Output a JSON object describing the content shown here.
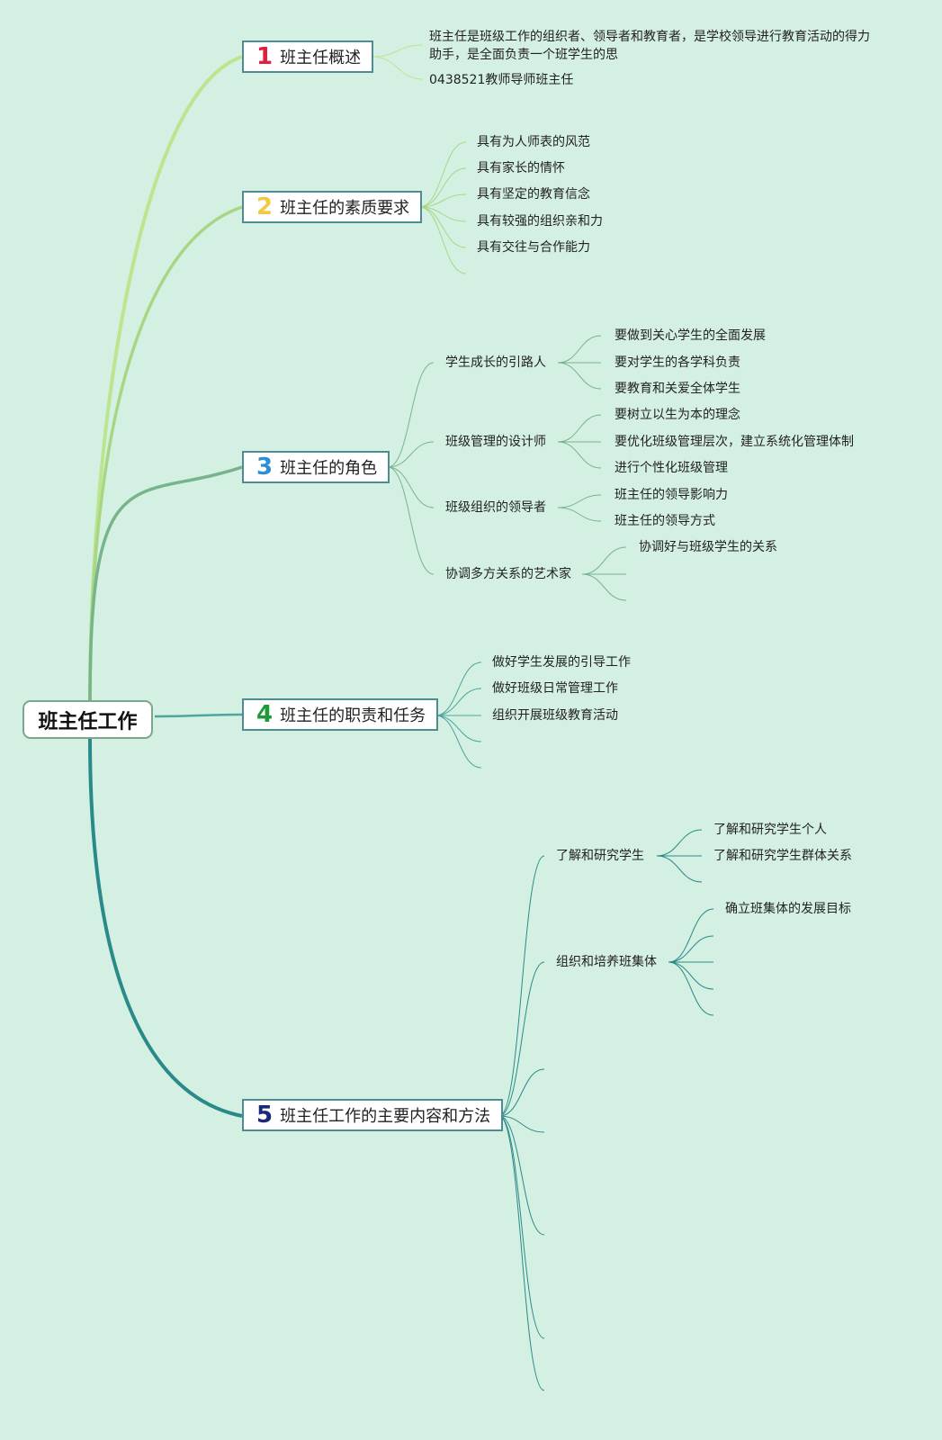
{
  "root": {
    "label": "班主任工作"
  },
  "colors": {
    "background": "#d4f0e2",
    "branch1": "#bde590",
    "branch2": "#a9d684",
    "branch3": "#77b48c",
    "branch4": "#4ea59c",
    "branch5": "#2a8a8a",
    "num1": "#e02040",
    "num2": "#f5c842",
    "num3": "#2a8fd6",
    "num4": "#1f9a3a",
    "num5": "#1a2a7a"
  },
  "topics": [
    {
      "num": "1",
      "label": "班主任概述",
      "items": [
        "班主任是班级工作的组织者、领导者和教育者，是学校领导进行教育活动的得力助手，是全面负责一个班学生的思",
        "0438521教师导师班主任"
      ]
    },
    {
      "num": "2",
      "label": "班主任的素质要求",
      "items": [
        "具有为人师表的风范",
        "具有家长的情怀",
        "具有坚定的教育信念",
        "具有较强的组织亲和力",
        "具有交往与合作能力"
      ]
    },
    {
      "num": "3",
      "label": "班主任的角色",
      "subtopics": [
        {
          "label": "学生成长的引路人",
          "items": [
            "要做到关心学生的全面发展",
            "要对学生的各学科负责",
            "要教育和关爱全体学生"
          ]
        },
        {
          "label": "班级管理的设计师",
          "items": [
            "要树立以生为本的理念",
            "要优化班级管理层次，建立系统化管理体制",
            "进行个性化班级管理"
          ]
        },
        {
          "label": "班级组织的领导者",
          "items": [
            "班主任的领导影响力",
            "班主任的领导方式"
          ]
        },
        {
          "label": "协调多方关系的艺术家",
          "items": [
            "协调好与班级学生的关系"
          ]
        }
      ]
    },
    {
      "num": "4",
      "label": "班主任的职责和任务",
      "items": [
        "做好学生发展的引导工作",
        "做好班级日常管理工作",
        "组织开展班级教育活动"
      ]
    },
    {
      "num": "5",
      "label": "班主任工作的主要内容和方法",
      "subtopics": [
        {
          "label": "了解和研究学生",
          "items": [
            "了解和研究学生个人",
            "了解和研究学生群体关系"
          ]
        },
        {
          "label": "组织和培养班集体",
          "items": [
            "确立班集体的发展目标"
          ]
        }
      ]
    }
  ]
}
